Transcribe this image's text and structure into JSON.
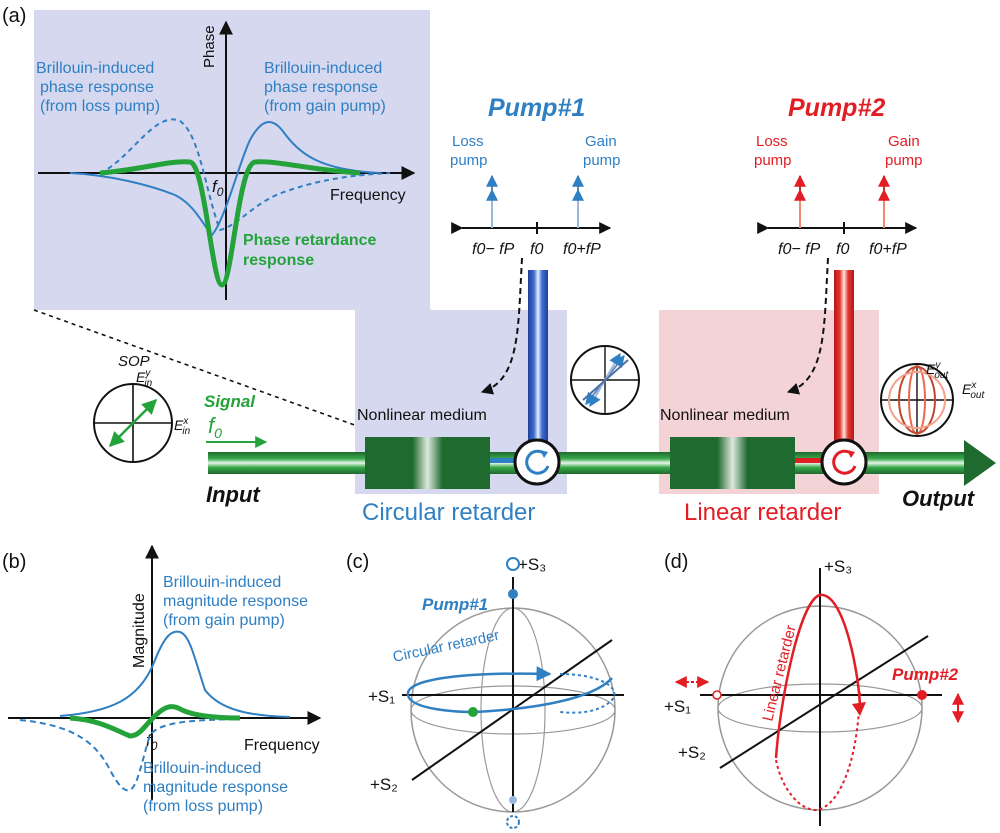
{
  "colors": {
    "blue": "#2f7fc3",
    "red": "#e21d24",
    "green": "#24a33a",
    "dark_green": "#1f6a2e",
    "blue_panel": "#d6d8ef",
    "red_panel": "#f4d3d6"
  },
  "panel_a": {
    "label": "(a)",
    "inset": {
      "y_axis": "Phase",
      "x_axis": "Frequency",
      "f0": "f",
      "f0_sub": "0",
      "loss_label": [
        "Brillouin-induced",
        "phase response",
        "(from loss pump)"
      ],
      "gain_label": [
        "Brillouin-induced",
        "phase response",
        "(from gain pump)"
      ],
      "retardance_label": [
        "Phase retardance",
        "response"
      ]
    },
    "pump1": {
      "title": "Pump#1",
      "loss": [
        "Loss",
        "pump"
      ],
      "gain": [
        "Gain",
        "pump"
      ],
      "tick_left": "f0− fP",
      "tick_mid": "f0",
      "tick_right": "f0+fP"
    },
    "pump2": {
      "title": "Pump#2",
      "loss": [
        "Loss",
        "pump"
      ],
      "gain": [
        "Gain",
        "pump"
      ],
      "tick_left": "f0− fP",
      "tick_mid": "f0",
      "tick_right": "f0+fP"
    },
    "sop": "SOP",
    "ein_y": "E",
    "ein_x": "E",
    "ein_sup_y": "y",
    "ein_sup_x": "x",
    "ein_sub": "in",
    "eout_sub": "out",
    "signal": "Signal",
    "signal_f0": "f",
    "signal_f0_sub": "0",
    "input": "Input",
    "output": "Output",
    "nonlinear_1": "Nonlinear medium",
    "nonlinear_2": "Nonlinear medium",
    "circular_retarder": "Circular retarder",
    "linear_retarder": "Linear retarder"
  },
  "panel_b": {
    "label": "(b)",
    "y_axis": "Magnitude",
    "x_axis": "Frequency",
    "f0": "f",
    "f0_sub": "0",
    "gain_label": [
      "Brillouin-induced",
      "magnitude response",
      "(from gain pump)"
    ],
    "loss_label": [
      "Brillouin-induced",
      "magnitude response",
      "(from loss pump)"
    ]
  },
  "panel_c": {
    "label": "(c)",
    "s1": "+S₁",
    "s2": "+S₂",
    "s3": "+S₃",
    "pump": "Pump#1",
    "retarder": "Circular retarder"
  },
  "panel_d": {
    "label": "(d)",
    "s1": "+S₁",
    "s2": "+S₂",
    "s3": "+S₃",
    "pump": "Pump#2",
    "retarder": "Linear retarder"
  }
}
